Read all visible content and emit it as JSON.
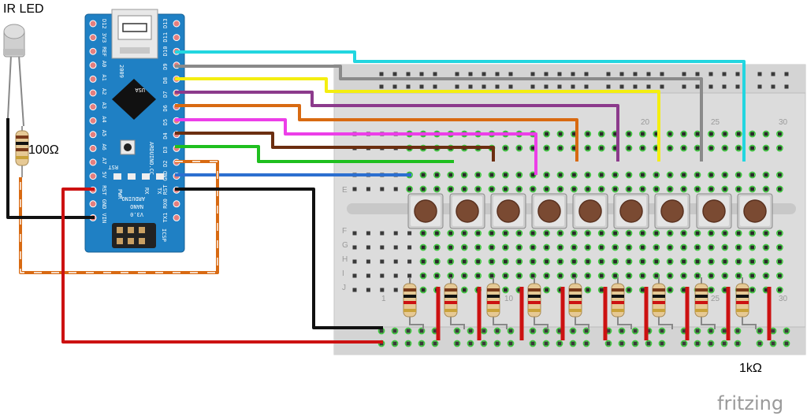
{
  "labels": {
    "ir_led": "IR LED",
    "resistor_100": "100Ω",
    "resistor_1k": "1kΩ",
    "brand": "fritzing"
  },
  "arduino": {
    "name": "ARDUINO",
    "model": "NANO",
    "version": "V3.0",
    "site": "ARDUINO.CC",
    "year": "2009",
    "usa": "USA",
    "rst": "RST",
    "pwr": "PWR",
    "rx": "RX",
    "tx": "TX",
    "icsp": "ICSP",
    "left_pins": [
      "D12",
      "3V3",
      "REF",
      "A0",
      "A1",
      "A2",
      "A3",
      "A4",
      "A5",
      "A6",
      "A7",
      "5V",
      "RST",
      "GND",
      "VIN"
    ],
    "right_pins": [
      "D13",
      "D11",
      "D10",
      "D9",
      "D8",
      "D7",
      "D6",
      "D5",
      "D4",
      "D3",
      "D2",
      "GND",
      "RST",
      "RX0",
      "TX1"
    ]
  },
  "breadboard": {
    "row_letters": [
      "E",
      "F",
      "G",
      "H",
      "I",
      "J"
    ],
    "top_numbers": [
      "20",
      "25",
      "30"
    ],
    "bottom_numbers": [
      "1",
      "10",
      "25",
      "30"
    ]
  },
  "colors": {
    "cyan": "#23d6e0",
    "gray": "#8a8a8a",
    "yellow": "#f4ee10",
    "purple": "#8c3a8c",
    "orange": "#d86a12",
    "magenta": "#ec3ee8",
    "brown": "#6b2e10",
    "green": "#1fbf1f",
    "blue": "#2c6fd0",
    "red": "#cc1111",
    "black": "#111111",
    "board": "#1f80c4"
  },
  "button_count": 9,
  "resistor_1k_count": 9
}
